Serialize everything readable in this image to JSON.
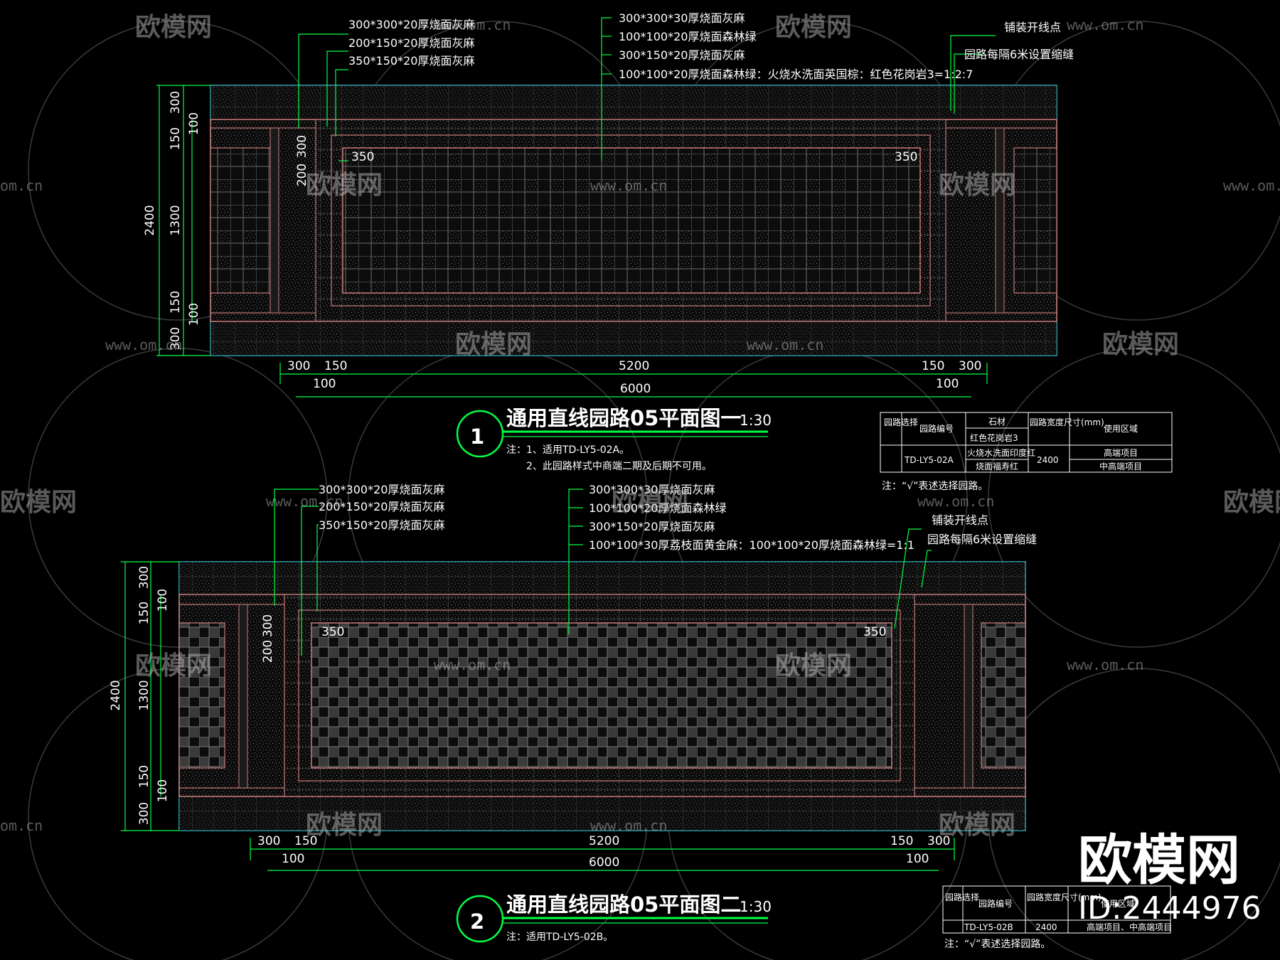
{
  "colors": {
    "green": "#00ff44",
    "red": "#ff3b30",
    "cyan": "#36c9d6",
    "border": "#c97a7a"
  },
  "plan1": {
    "leaders_left": [
      "300*300*20厚烧面灰麻",
      "200*150*20厚烧面灰麻",
      "350*150*20厚烧面灰麻"
    ],
    "leaders_mid": [
      "300*300*30厚烧面灰麻",
      "100*100*20厚烧面森林绿",
      "300*150*20厚烧面灰麻",
      "100*100*20厚烧面森林绿：火烧水洗面英国棕：红色花岗岩3=1:2:7"
    ],
    "leaders_right": [
      "铺装开线点",
      "园路每隔6米设置缩缝"
    ],
    "dims_left_outer": "2400",
    "dims_left": [
      "300",
      "150",
      "1300",
      "150",
      "300"
    ],
    "dims_left_inner": [
      "100",
      "100"
    ],
    "dims_inner_v": [
      "300",
      "200"
    ],
    "dims_350": [
      "350",
      "350"
    ],
    "dims_bottom": [
      "300",
      "150",
      "5200",
      "150",
      "300"
    ],
    "dims_bottom2": [
      "100",
      "100"
    ],
    "dims_total": "6000",
    "title_num": "1",
    "title": "通用直线园路05平面图一",
    "scale": "1:30",
    "notes": [
      "注：1、适用TD-LY5-02A。",
      "2、此园路样式中商端二期及后期不可用。"
    ],
    "table": {
      "h_select": "园路选择",
      "h_code": "园路编号",
      "h_stone": "石材",
      "h_width": "园路宽度尺寸(mm)",
      "h_area": "使用区域",
      "stone_1": "红色花岗岩3",
      "stone_2": "火烧水洗面印度红",
      "stone_3": "烧面福寿红",
      "code": "TD-LY5-02A",
      "width": "2400",
      "area_1": "高端项目",
      "area_2": "中高端项目"
    },
    "table_note": "注：“√”表述选择园路。"
  },
  "plan2": {
    "leaders_left": [
      "300*300*20厚烧面灰麻",
      "200*150*20厚烧面灰麻",
      "350*150*20厚烧面灰麻"
    ],
    "leaders_mid": [
      "300*300*30厚烧面灰麻",
      "100*100*20厚烧面森林绿",
      "300*150*20厚烧面灰麻",
      "100*100*30厚荔枝面黄金麻：100*100*20厚烧面森林绿=1:1"
    ],
    "leaders_right": [
      "铺装开线点",
      "园路每隔6米设置缩缝"
    ],
    "dims_left_outer": "2400",
    "dims_left": [
      "300",
      "150",
      "1300",
      "150",
      "300"
    ],
    "dims_left_inner": [
      "100",
      "100"
    ],
    "dims_inner_v": [
      "300",
      "200"
    ],
    "dims_350": [
      "350",
      "350"
    ],
    "dims_bottom": [
      "300",
      "150",
      "5200",
      "150",
      "300"
    ],
    "dims_bottom2": [
      "100",
      "100"
    ],
    "dims_total": "6000",
    "title_num": "2",
    "title": "通用直线园路05平面图二",
    "scale": "1:30",
    "notes": [
      "注：适用TD-LY5-02B。"
    ],
    "table": {
      "h_select": "园路选择",
      "h_code": "园路编号",
      "h_width": "园路宽度尺寸(mm)",
      "h_area": "使用区域",
      "code": "TD-LY5-02B",
      "width": "2400",
      "area": "高端项目、中高端项目"
    },
    "table_note": "注：“√”表述选择园路。"
  },
  "watermark": {
    "name": "欧模网",
    "url": "www.om.cn",
    "url_short": "om.cn"
  },
  "brand": {
    "name": "欧模网",
    "id": "ID:2444976"
  }
}
